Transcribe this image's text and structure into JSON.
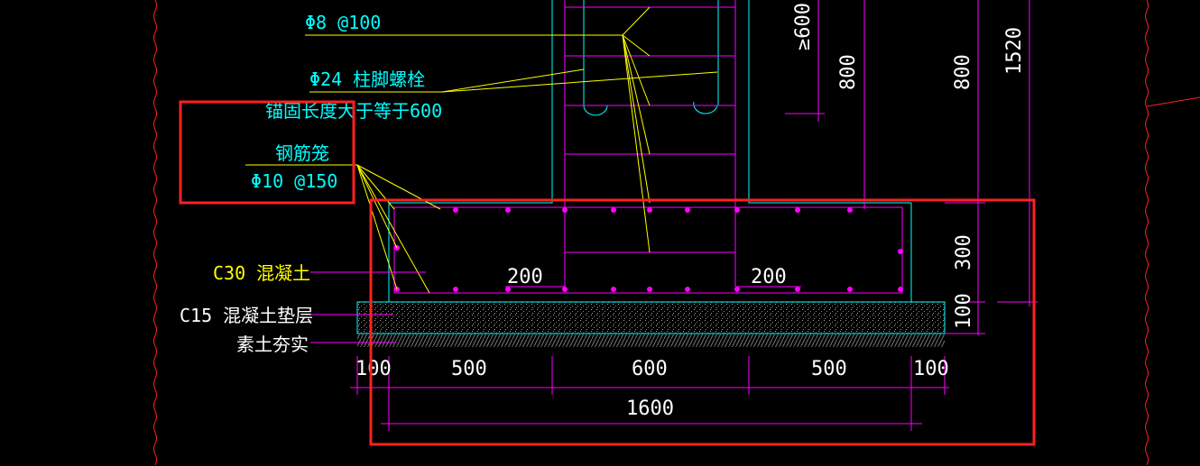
{
  "colors": {
    "background": "#000000",
    "concrete": "#00ffff",
    "rebar": "#ff00ff",
    "leader": "#ffff00",
    "dimension_text": "#ffffff",
    "highlight_box": "#ff2020"
  },
  "labels": {
    "stirrup": "Φ8 @100",
    "anchor_bolt": "Φ24 柱脚螺栓",
    "anchor_length": "锚固长度大于等于600",
    "rebar_cage": "钢筋笼",
    "rebar_cage_spec": "Φ10 @150",
    "c30": "C30 混凝土",
    "c15": "C15 混凝土垫层",
    "soil": "素土夯实"
  },
  "dimensions": {
    "bottom": [
      "100",
      "500",
      "600",
      "500",
      "100"
    ],
    "total": "1600",
    "stub_left": "200",
    "stub_right": "200",
    "footing_height": "300",
    "pad_height": "100",
    "min_embed": "≥600",
    "col_a": "800",
    "col_b": "800",
    "overall": "1520"
  }
}
